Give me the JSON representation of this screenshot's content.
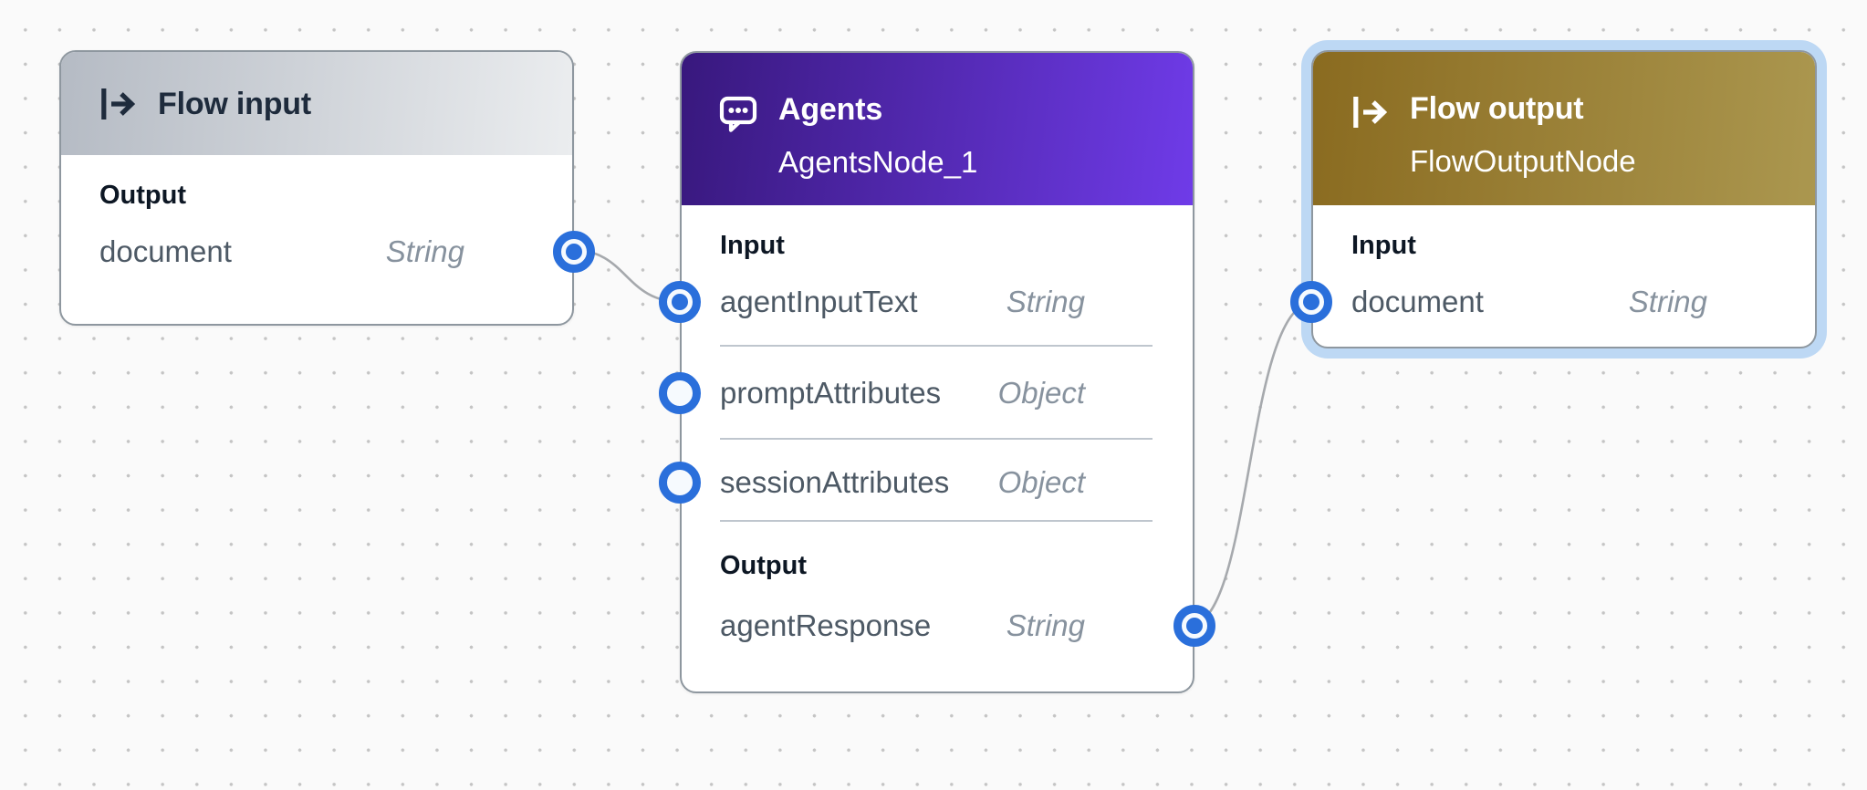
{
  "canvas": {
    "background_color": "#fafafa",
    "dot_grid_color": "#c4c4c4"
  },
  "colors": {
    "port_blue": "#2a6fdb",
    "selection_halo": "#bdd8f4",
    "flow_input_header": [
      "#b5bbc4",
      "#ebedef"
    ],
    "agents_header": [
      "#38187d",
      "#6f3be8"
    ],
    "flow_output_header": [
      "#8a6b20",
      "#ab974f"
    ],
    "edge_gray": "#a6a9ad"
  },
  "nodes": {
    "flow_input": {
      "title": "Flow input",
      "icon": "flow-io-icon",
      "section_label": "Output",
      "rows": [
        {
          "name": "document",
          "type": "String",
          "connected": true,
          "port_side": "right"
        }
      ]
    },
    "agents": {
      "title": "Agents",
      "subtitle": "AgentsNode_1",
      "icon": "chat-bubble-icon",
      "input_label": "Input",
      "input_rows": [
        {
          "name": "agentInputText",
          "type": "String",
          "connected": true,
          "port_side": "left"
        },
        {
          "name": "promptAttributes",
          "type": "Object",
          "connected": false,
          "port_side": "left"
        },
        {
          "name": "sessionAttributes",
          "type": "Object",
          "connected": false,
          "port_side": "left"
        }
      ],
      "output_label": "Output",
      "output_rows": [
        {
          "name": "agentResponse",
          "type": "String",
          "connected": true,
          "port_side": "right"
        }
      ]
    },
    "flow_output": {
      "title": "Flow output",
      "subtitle": "FlowOutputNode",
      "icon": "flow-io-icon",
      "selected": true,
      "section_label": "Input",
      "rows": [
        {
          "name": "document",
          "type": "String",
          "connected": true,
          "port_side": "left"
        }
      ]
    }
  },
  "edges": [
    {
      "from": "Flow input / document",
      "to": "AgentsNode_1 / agentInputText"
    },
    {
      "from": "AgentsNode_1 / agentResponse",
      "to": "FlowOutputNode / document"
    }
  ]
}
